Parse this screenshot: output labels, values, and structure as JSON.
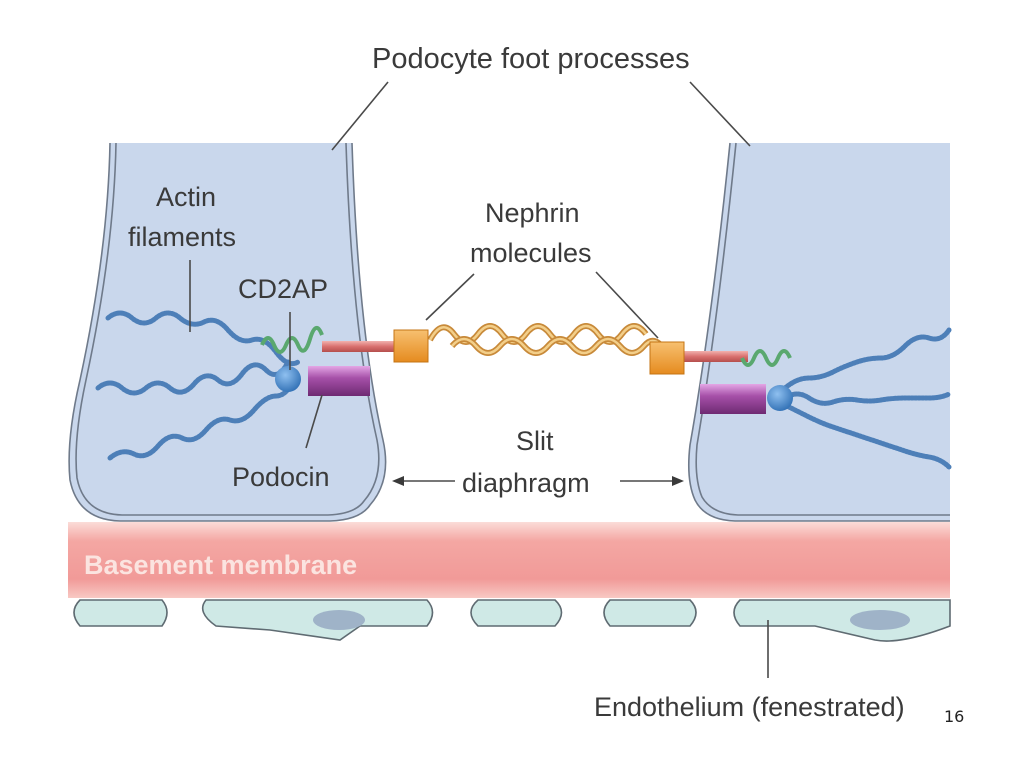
{
  "title": "Podocyte foot processes",
  "labels": {
    "podocyte_foot_processes": "Podocyte foot processes",
    "actin_line1": "Actin",
    "actin_line2": "filaments",
    "cd2ap": "CD2AP",
    "nephrin_line1": "Nephrin",
    "nephrin_line2": "molecules",
    "podocin": "Podocin",
    "slit_line1": "Slit",
    "slit_line2": "diaphragm",
    "basement_membrane": "Basement membrane",
    "endothelium": "Endothelium (fenestrated)"
  },
  "page_number": "16",
  "colors": {
    "podocyte_cell": "#c9d7ec",
    "basement_membrane": "#f19a98",
    "basement_membrane_light": "#f8c9c4",
    "endothelium": "#cfe9e6",
    "endothelium_nucleus": "#9fb3c8",
    "nephrin_box": "#f0a030",
    "nephrin_strand": "#d7a050",
    "nephrin_rod": "#d9706e",
    "podocin": "#8a3a8e",
    "cd2ap": "#5aa86f",
    "actin": "#4d7fb8"
  }
}
